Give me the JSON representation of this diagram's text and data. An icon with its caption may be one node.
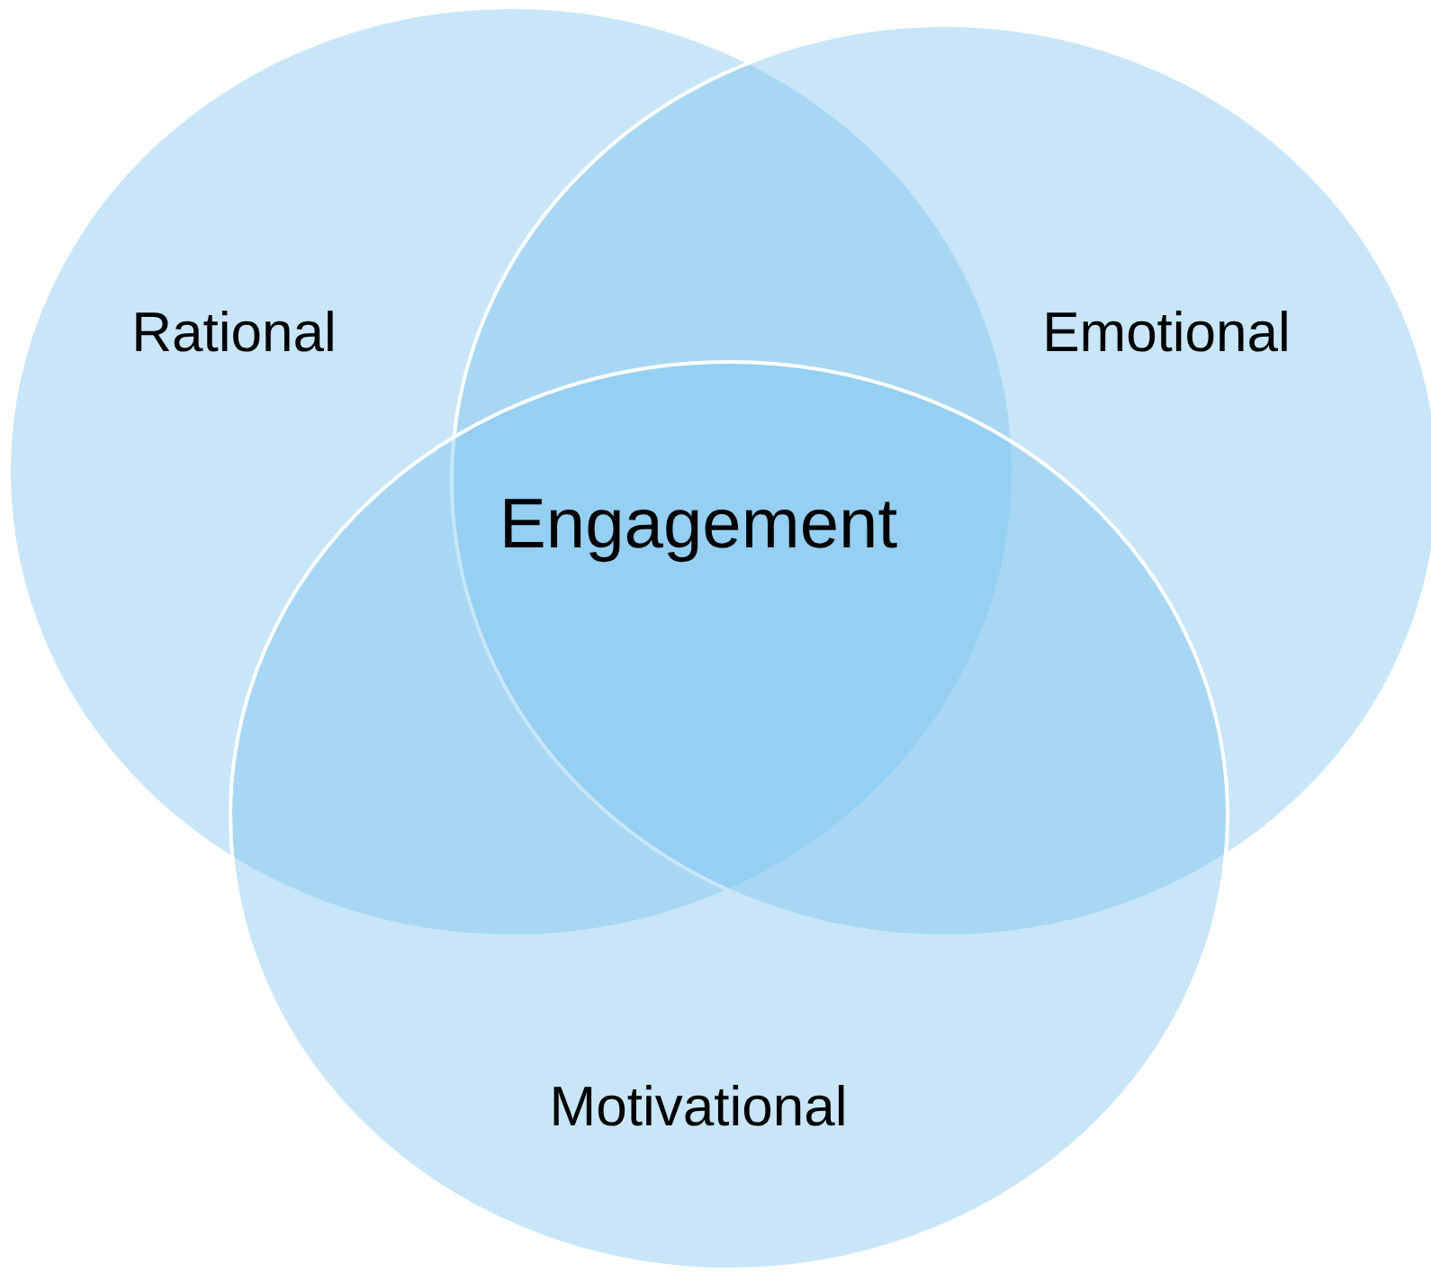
{
  "diagram": {
    "nodes": [
      {
        "text": [
          "Rational"
        ]
      },
      {
        "text": [
          "Emotional"
        ]
      },
      {
        "text": [
          "Motivational"
        ]
      }
    ],
    "labels": [
      "Engagement"
    ]
  }
}
